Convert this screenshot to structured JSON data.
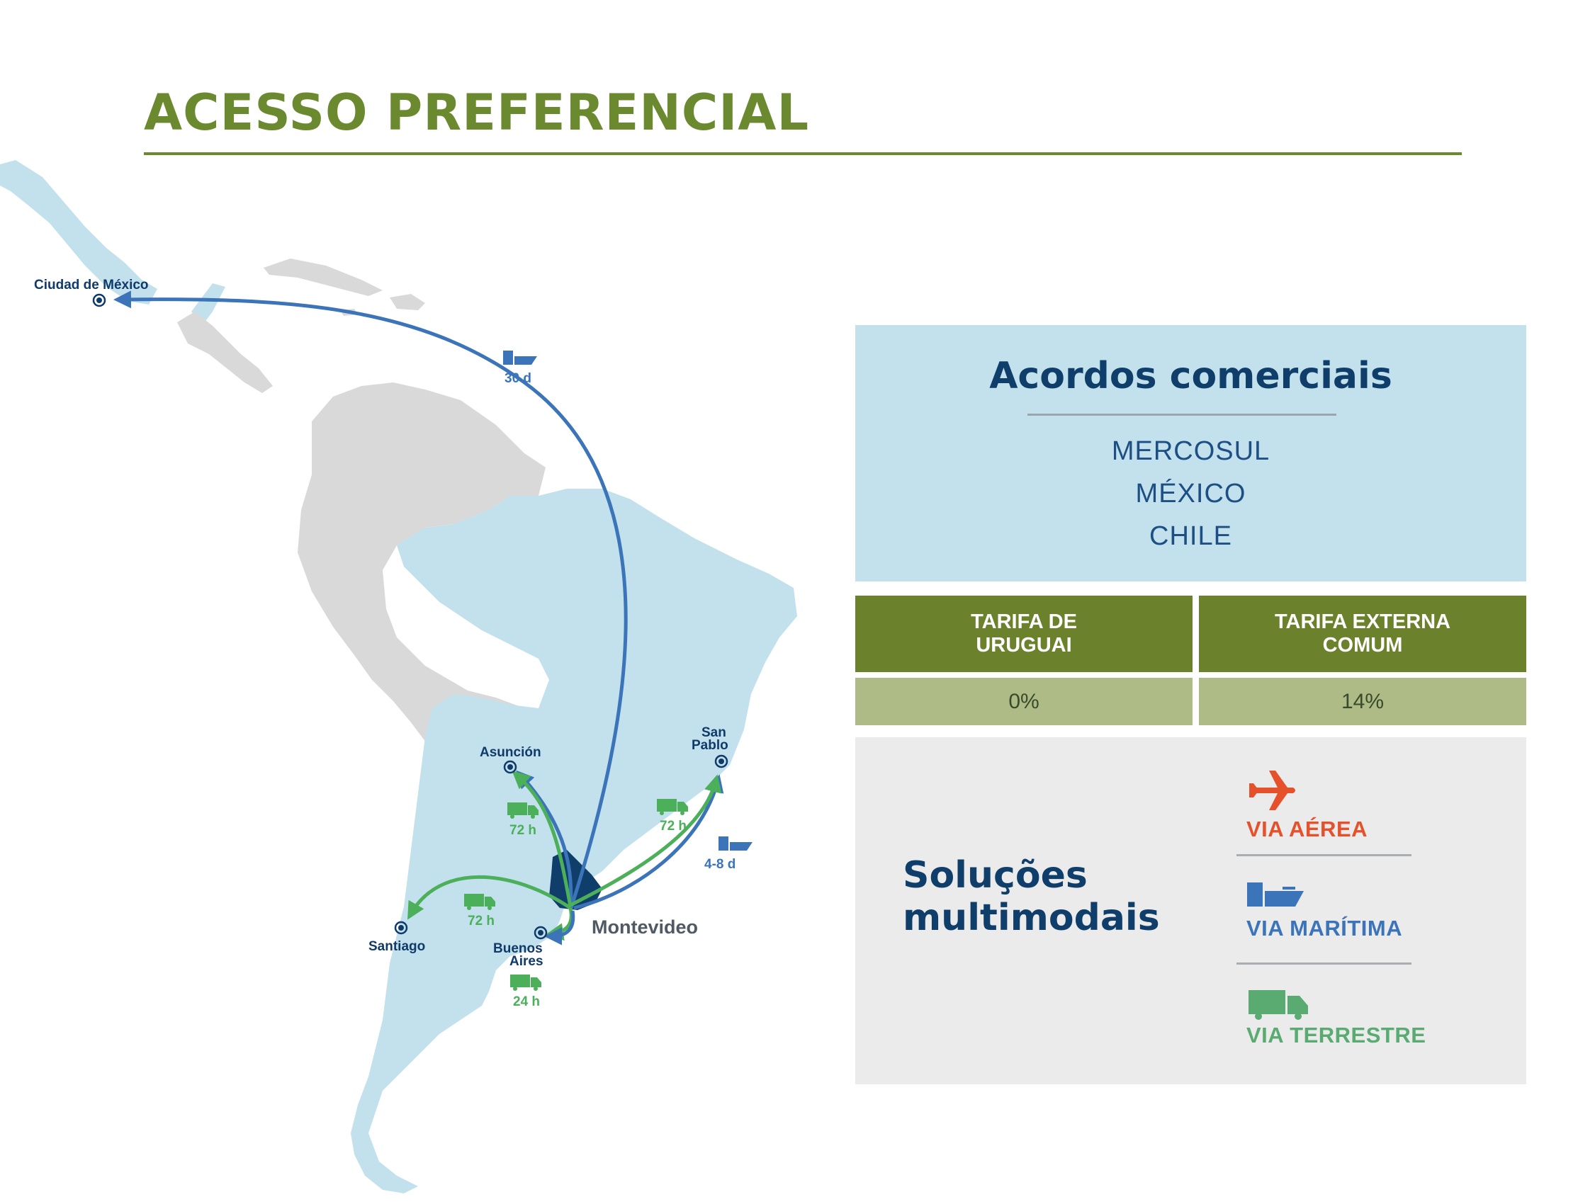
{
  "title": "ACESSO PREFERENCIAL",
  "map": {
    "cities": {
      "mexico": "Ciudad de México",
      "asuncion": "Asunción",
      "san_pablo_1": "San",
      "san_pablo_2": "Pablo",
      "santiago": "Santiago",
      "buenos_aires_1": "Buenos",
      "buenos_aires_2": "Aires",
      "montevideo": "Montevideo"
    },
    "times": {
      "mexico_sea": "30 d",
      "asuncion_road": "72 h",
      "san_pablo_road": "72 h",
      "san_pablo_sea": "4-8 d",
      "santiago_road": "72 h",
      "buenos_aires_road": "24 h"
    },
    "colors": {
      "sea": "#3b74b8",
      "road": "#4caf5a",
      "highlight_land": "#c2e1ec",
      "other_land": "#d9d9d9",
      "uruguay": "#0f3e6b"
    }
  },
  "agreements": {
    "title": "Acordos comerciais",
    "items": [
      "MERCOSUL",
      "MÉXICO",
      "CHILE"
    ]
  },
  "tariffs": {
    "uruguay_label_1": "TARIFA DE",
    "uruguay_label_2": "URUGUAI",
    "external_label_1": "TARIFA EXTERNA",
    "external_label_2": "COMUM",
    "uruguay_value": "0%",
    "external_value": "14%"
  },
  "solutions": {
    "title_1": "Soluções",
    "title_2": "multimodais",
    "air": {
      "label": "VIA AÉREA",
      "icon": "airplane-icon",
      "color": "#e5512a"
    },
    "sea": {
      "label": "VIA MARÍTIMA",
      "icon": "ship-icon",
      "color": "#3b74b8"
    },
    "land": {
      "label": "VIA TERRESTRE",
      "icon": "truck-icon",
      "color": "#5aab72"
    }
  }
}
